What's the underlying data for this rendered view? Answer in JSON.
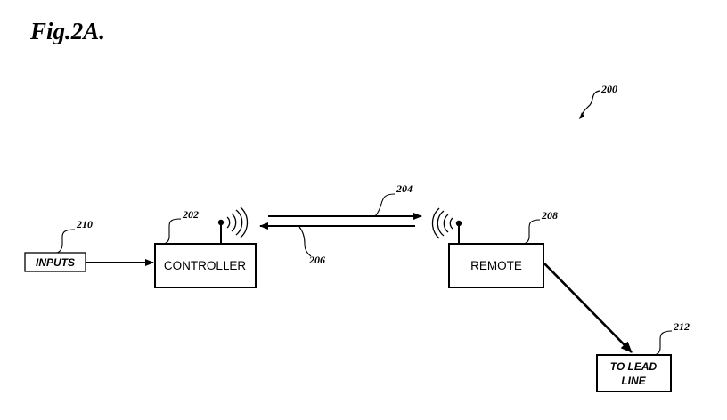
{
  "figure": {
    "title": "Fig.2A."
  },
  "refs": {
    "system": "200",
    "controller": "202",
    "uplink": "204",
    "downlink": "206",
    "remote": "208",
    "inputs": "210",
    "lead_line": "212"
  },
  "blocks": {
    "inputs": "INPUTS",
    "controller": "CONTROLLER",
    "remote": "REMOTE",
    "lead_line_1": "TO LEAD",
    "lead_line_2": "LINE"
  },
  "colors": {
    "ink": "#000000",
    "background": "#ffffff"
  },
  "icons": {
    "controller_antenna": "antenna-icon",
    "controller_waves": "wireless-waves-icon",
    "remote_antenna": "antenna-icon",
    "remote_waves": "wireless-waves-icon"
  }
}
